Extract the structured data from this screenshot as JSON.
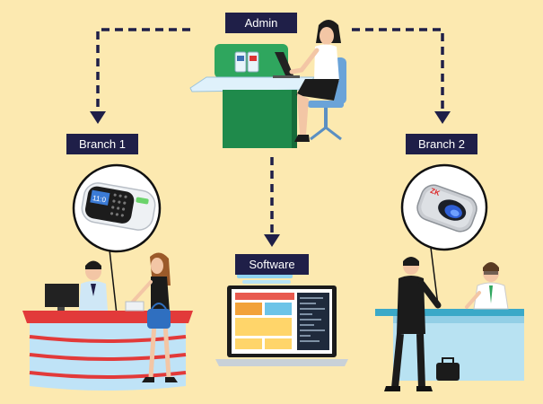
{
  "labels": {
    "admin": "Admin",
    "branch1": "Branch 1",
    "branch2": "Branch 2",
    "software": "Software"
  },
  "device_text": {
    "terminal_screen": "11:0",
    "scanner_logo": "ZK"
  },
  "colors": {
    "background": "#fce9b0",
    "label_bg": "#1f1f48",
    "arrow": "#1f1f48",
    "desk_green": "#1f8a4b",
    "counter_red": "#e23a3a",
    "counter_blue": "#bfe3f7"
  }
}
